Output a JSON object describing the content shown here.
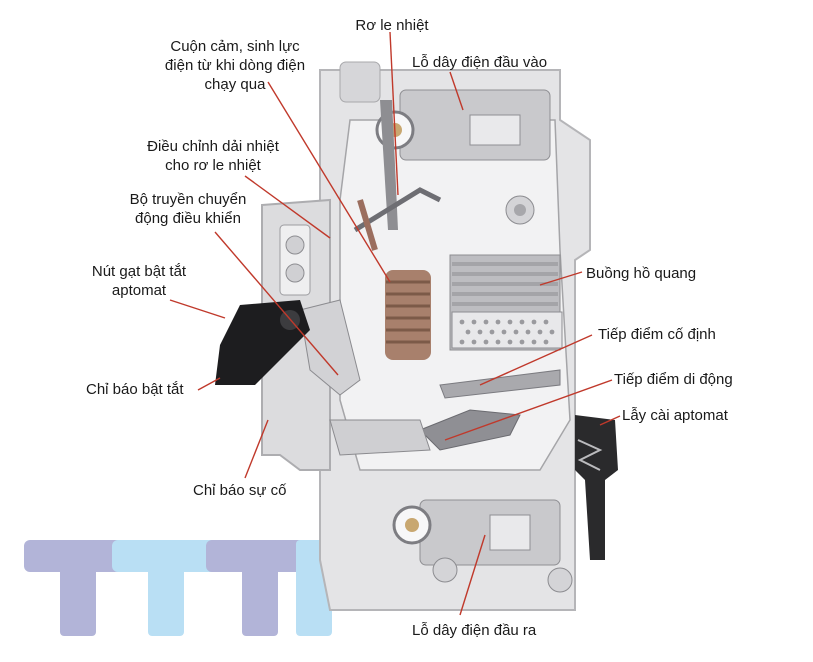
{
  "labels": {
    "thermal_relay": "Rơ le nhiệt",
    "coil": [
      "Cuộn cảm, sinh lực",
      "điện từ khi dòng điện",
      "chạy qua"
    ],
    "input_terminal": "Lỗ dây điện đầu vào",
    "thermal_adjust": [
      "Điều chỉnh dải nhiệt",
      "cho rơ le nhiệt"
    ],
    "control_transmission": [
      "Bộ truyền chuyển",
      "động điều khiển"
    ],
    "toggle_lever": [
      "Nút gạt bật tắt",
      "aptomat"
    ],
    "arc_chamber": "Buồng hồ quang",
    "fixed_contact": "Tiếp điểm cố định",
    "moving_contact": "Tiếp điểm di động",
    "on_off_indicator": "Chỉ báo bật tắt",
    "din_latch": "Lẫy cài aptomat",
    "fault_indicator": "Chỉ báo sự cố",
    "output_terminal": "Lỗ dây điện đầu ra"
  },
  "colors": {
    "leader": "#c0392b",
    "body_light": "#e6e6e8",
    "body_mid": "#c9c9cc",
    "body_dark": "#9a9a9e",
    "copper": "#b9856b",
    "lever": "#1b1b1b",
    "logo_purple": "#aeb1d6",
    "logo_blue": "#b6def4"
  }
}
